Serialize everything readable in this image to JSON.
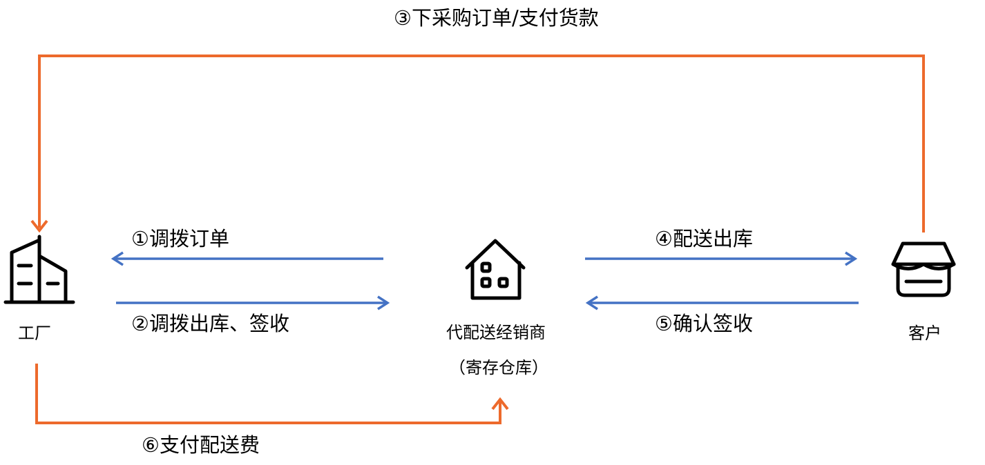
{
  "colors": {
    "orange": "#ED6A2C",
    "blue": "#4472C4",
    "icon": "#000000",
    "text": "#000000"
  },
  "nodes": {
    "factory": {
      "icon": "factory-building-icon",
      "label": "工厂"
    },
    "distributor": {
      "icon": "house-warehouse-icon",
      "label": "代配送经销商",
      "sublabel": "（寄存仓库）"
    },
    "customer": {
      "icon": "storefront-icon",
      "label": "客户"
    }
  },
  "flows": {
    "step1": "①调拨订单",
    "step2": "②调拨出库、签收",
    "step3": "③下采购订单/支付货款",
    "step4": "④配送出库",
    "step5": "⑤确认签收",
    "step6": "⑥支付配送费"
  }
}
